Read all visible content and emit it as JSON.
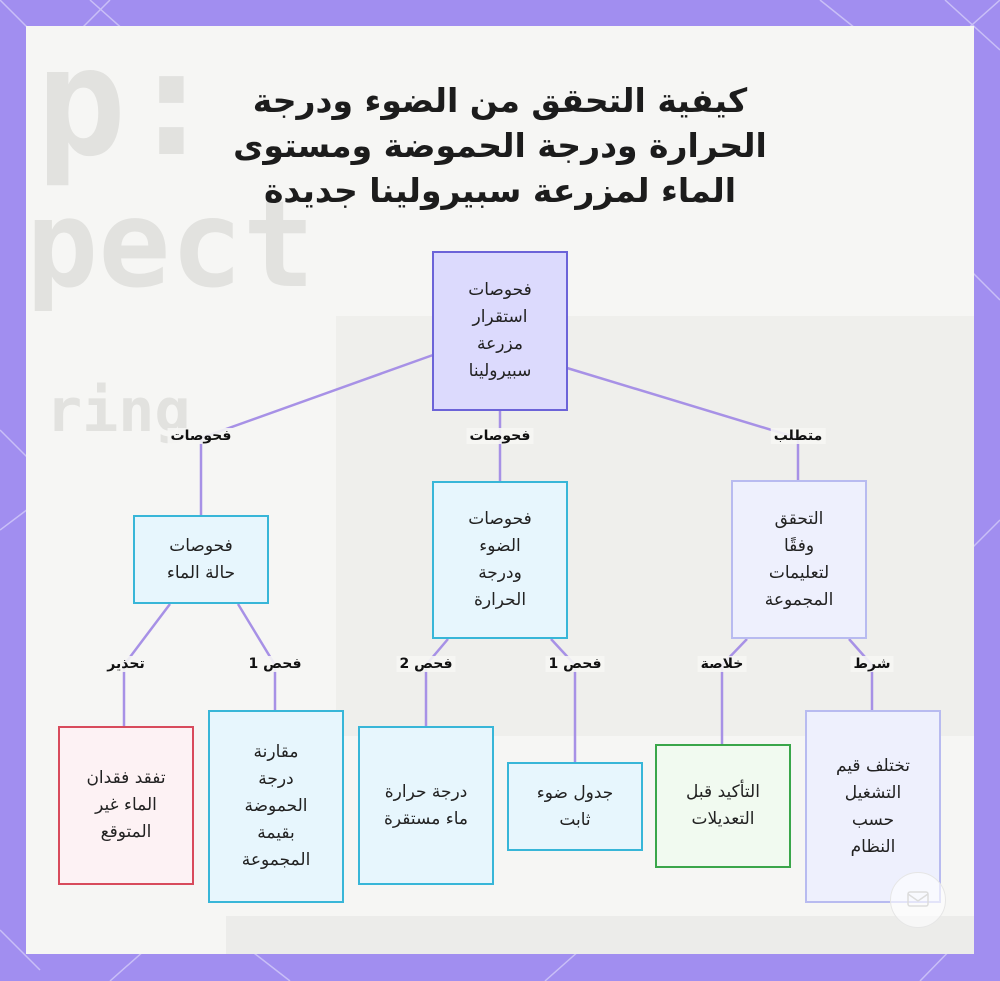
{
  "title": {
    "line1": "كيفية التحقق من الضوء ودرجة",
    "line2": "الحرارة ودرجة الحموضة ومستوى",
    "line3": "الماء لمزرعة سبيرولينا جديدة"
  },
  "nodes": {
    "root": "فحوصات\nاستقرار\nمزرعة\nسبيرولينا",
    "water": "فحوصات\nحالة الماء",
    "light": "فحوصات\nالضوء\nودرجة\nالحرارة",
    "verify": "التحقق\nوفقًا\nلتعليمات\nالمجموعة",
    "water_loss": "تفقد فقدان\nالماء غير\nالمتوقع",
    "ph_compare": "مقارنة\nدرجة\nالحموضة\nبقيمة\nالمجموعة",
    "stable_temp": "درجة حرارة\nماء مستقرة",
    "light_schedule": "جدول ضوء\nثابت",
    "confirm": "التأكيد قبل\nالتعديلات",
    "values_differ": "تختلف قيم\nالتشغيل\nحسب\nالنظام"
  },
  "edge_labels": {
    "root_water": "فحوصات",
    "root_light": "فحوصات",
    "root_verify": "متطلب",
    "water_loss": "تحذير",
    "water_ph": "فحص 1",
    "light_temp": "فحص 2",
    "light_schedule": "فحص 1",
    "verify_confirm": "خلاصة",
    "verify_values": "شرط"
  },
  "colors": {
    "frame": "#a18ef0",
    "edge": "#a791e6",
    "root_border": "#6c63d8",
    "cyan_border": "#38b6d8",
    "purple_border": "#b8bbf0",
    "red_border": "#d84b5c",
    "green_border": "#3aa64a"
  },
  "icons": {
    "logo": "watermark-logo-icon"
  }
}
